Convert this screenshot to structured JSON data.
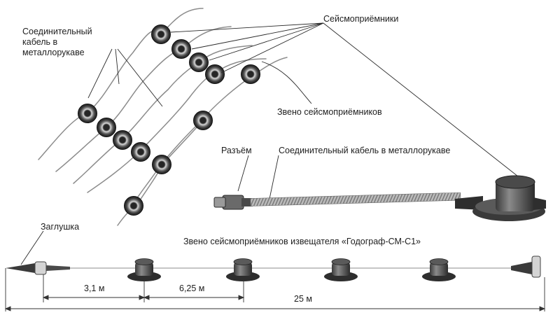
{
  "labels": {
    "connecting_cable_sleeve": "Соединительный кабель в металлорукаве",
    "seismic_receivers": "Сейсмоприёмники",
    "receiver_link": "Звено сейсмоприёмников",
    "connector": "Разъём",
    "connecting_cable_full": "Соединительный кабель в металлорукаве",
    "plug": "Заглушка",
    "link_title": "Звено сейсмоприёмников извещателя «Годограф-СМ-С1»"
  },
  "dimensions": {
    "spacing_first": "3,1 м",
    "spacing_between": "6,25 м",
    "total_length": "25 м"
  }
}
